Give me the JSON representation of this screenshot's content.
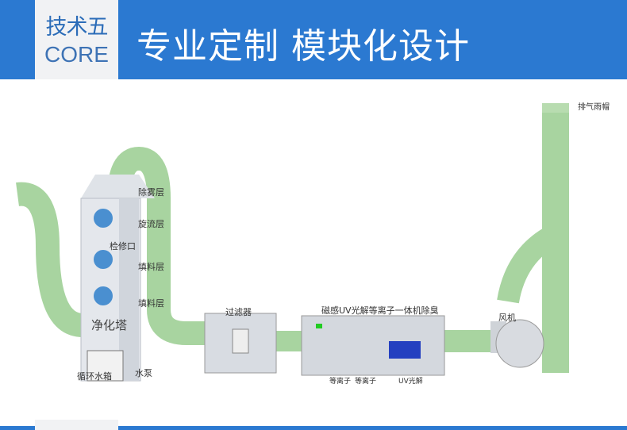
{
  "header": {
    "badge_cn": "技术五",
    "badge_en": "CORE",
    "title": "专业定制 模块化设计"
  },
  "diagram": {
    "labels": {
      "mist_layer": "除雾层",
      "swirl_layer": "旋流层",
      "inspection_port": "检修口",
      "packing_layer_1": "填料层",
      "packing_layer_2": "填料层",
      "tower": "净化塔",
      "water_tank": "循环水箱",
      "pump": "水泵",
      "filter": "过滤器",
      "uv_unit": "磁感UV光解等离子一体机除臭",
      "plasma_1": "等离子",
      "plasma_2": "等离子",
      "uv": "UV光解",
      "fan": "风机",
      "rain_cap": "排气雨帽"
    },
    "colors": {
      "pipe": "#a8d4a0",
      "equipment": "#d8dce2",
      "window": "#4a8fd0",
      "brand": "#2b79d1"
    }
  }
}
